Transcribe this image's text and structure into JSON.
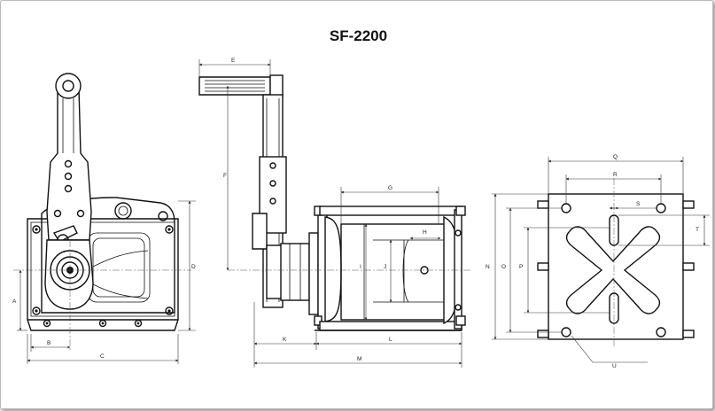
{
  "title": "SF-2200",
  "dimension_labels": {
    "A": "A",
    "B": "B",
    "C": "C",
    "D": "D",
    "E": "E",
    "F": "F",
    "G": "G",
    "H": "H",
    "I": "I",
    "J": "J",
    "K": "K",
    "L": "L",
    "M": "M",
    "N": "N",
    "O": "O",
    "P": "P",
    "Q": "Q",
    "R": "R",
    "S": "S",
    "T": "T",
    "U": "U"
  }
}
